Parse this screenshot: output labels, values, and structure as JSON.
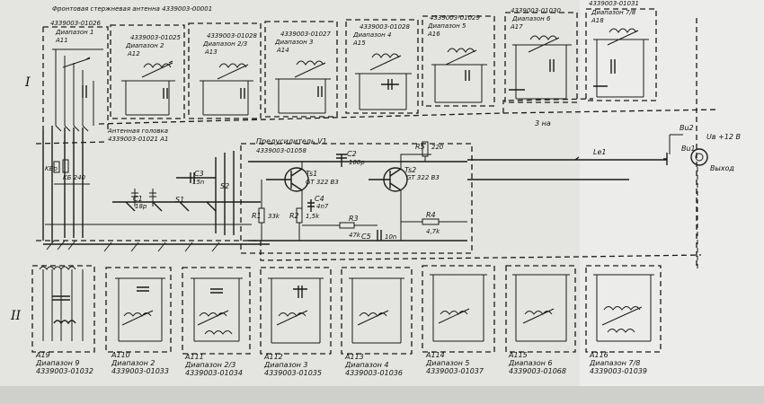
{
  "top_note": "Фронтовая стержневая антенна 4339003-00001",
  "section_labels": [
    "I",
    "II"
  ],
  "top_modules": [
    {
      "code": "4339003-01026",
      "band": "Диапазон 1",
      "ref": "A11"
    },
    {
      "code": "4339003-01025",
      "band": "Диапазон 2",
      "ref": "A12"
    },
    {
      "code": "4339003-01028",
      "band": "Диапазон 2/3",
      "ref": "A13"
    },
    {
      "code": "4339003-01027",
      "band": "Диапазон 3",
      "ref": "A14"
    },
    {
      "code": "4339003-01028",
      "band": "Диапазон 4",
      "ref": "A15"
    },
    {
      "code": "4339003-01029",
      "band": "Диапазон 5",
      "ref": "A16"
    },
    {
      "code": "4339003-01030",
      "band": "Диапазон 6",
      "ref": "A17"
    },
    {
      "code": "4339003-01031",
      "band": "Диапазон 7/8",
      "ref": "A18"
    }
  ],
  "bottom_modules": [
    {
      "ref": "A19",
      "band": "Диапазон 9",
      "code": "4339003-01032"
    },
    {
      "ref": "A110",
      "band": "Диапазон 2",
      "code": "4339003-01033"
    },
    {
      "ref": "A111",
      "band": "Диапазон 2/3",
      "code": "4339003-01034"
    },
    {
      "ref": "A112",
      "band": "Диапазон 3",
      "code": "4339003-01035"
    },
    {
      "ref": "A113",
      "band": "Диапазон 4",
      "code": "4339003-01036"
    },
    {
      "ref": "A114",
      "band": "Диапазон 5",
      "code": "4339003-01037"
    },
    {
      "ref": "A115",
      "band": "Диапазон 6",
      "code": "4339003-01068"
    },
    {
      "ref": "A116",
      "band": "Диапазон 7/8",
      "code": "4339003-01039"
    }
  ],
  "antenna_head": {
    "line1": "Антенная головка",
    "line2": "4339003-01021 A1"
  },
  "preamp": {
    "title": "Предусилитель V1",
    "code": "4339003-01058",
    "components": {
      "c2": "C2",
      "c2_val": "100p",
      "c3": "C3",
      "c3_val": "15n",
      "c1": "C1",
      "c1_val": "18p",
      "c4": "C4",
      "c4_val": "4n7",
      "c5": "C5",
      "c5_val": "10n",
      "r1": "R1",
      "r1_val": "33k",
      "r2": "R2",
      "r2_val": "1,5k",
      "r3": "R3",
      "r3_val": "47k",
      "r4": "R4",
      "r4_val": "4,7k",
      "r5": "R5",
      "r5_val": "220",
      "ts1": "Ts1",
      "ts1_type": "GT 322 B3",
      "ts2": "Ts2",
      "ts2_type": "GT 322 B3"
    }
  },
  "switches": {
    "s1": "S1",
    "s2": "S2"
  },
  "misc": {
    "zna": "3 на",
    "le1": "Le1",
    "kbp": "KБр",
    "kb": "KБ 240"
  },
  "connectors": {
    "bu2": "Bu2",
    "bu1": "Bu1",
    "ub": "Uв +12 В",
    "out": "Выход"
  }
}
